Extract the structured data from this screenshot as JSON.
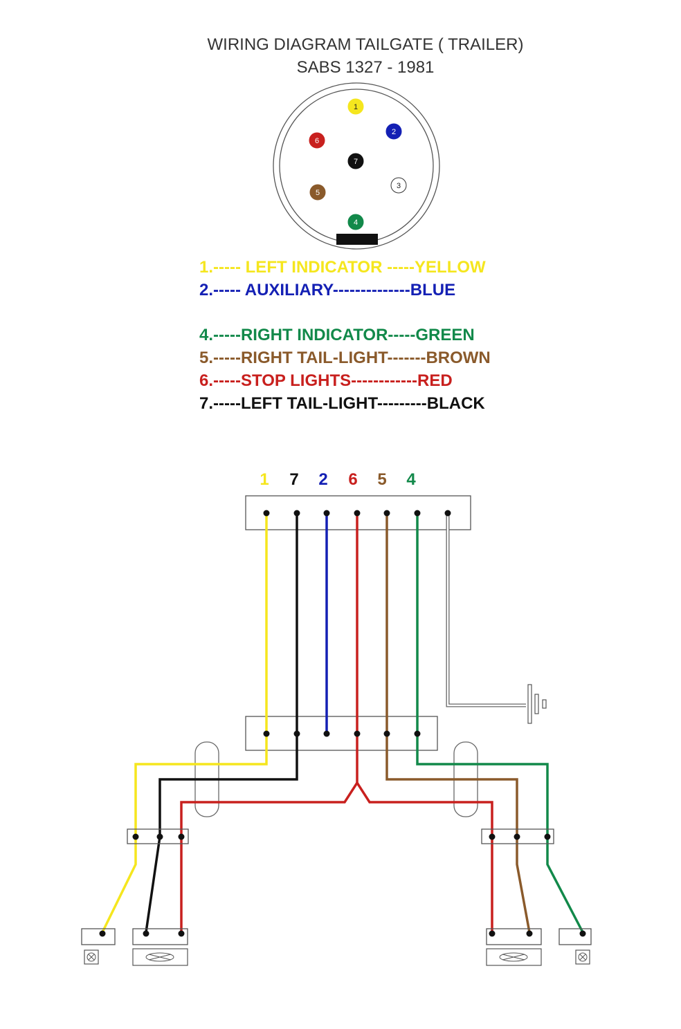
{
  "title": {
    "line1": "WIRING DIAGRAM TAILGATE ( TRAILER)",
    "line2": "SABS 1327 - 1981"
  },
  "colors": {
    "yellow": "#f5e61e",
    "blue": "#1420b4",
    "green": "#12894a",
    "brown": "#8a5a2b",
    "red": "#c8201e",
    "black": "#111111",
    "white": "#ffffff",
    "outline": "#555555"
  },
  "connector": {
    "pins": [
      {
        "label": "1",
        "color": "yellow"
      },
      {
        "label": "2",
        "color": "blue"
      },
      {
        "label": "3",
        "color": "white"
      },
      {
        "label": "4",
        "color": "green"
      },
      {
        "label": "5",
        "color": "brown"
      },
      {
        "label": "6",
        "color": "red"
      },
      {
        "label": "7",
        "color": "black"
      }
    ]
  },
  "legend": [
    {
      "text": "1.----- LEFT INDICATOR -----YELLOW",
      "color": "yellow"
    },
    {
      "text": "2.----- AUXILIARY--------------BLUE",
      "color": "blue"
    },
    {
      "text": "4.-----RIGHT INDICATOR-----GREEN",
      "color": "green"
    },
    {
      "text": "5.-----RIGHT TAIL-LIGHT-------BROWN",
      "color": "brown"
    },
    {
      "text": "6.-----STOP LIGHTS------------RED",
      "color": "red"
    },
    {
      "text": "7.-----LEFT TAIL-LIGHT---------BLACK",
      "color": "black"
    }
  ],
  "wire_labels": [
    {
      "text": "1",
      "color": "yellow"
    },
    {
      "text": "7",
      "color": "black"
    },
    {
      "text": "2",
      "color": "blue"
    },
    {
      "text": "6",
      "color": "red"
    },
    {
      "text": "5",
      "color": "brown"
    },
    {
      "text": "4",
      "color": "green"
    }
  ]
}
